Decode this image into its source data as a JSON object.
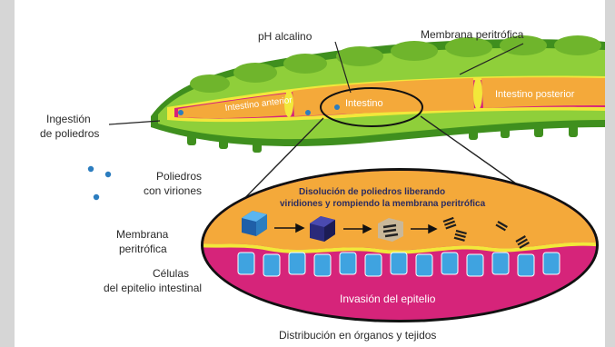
{
  "labels": {
    "ph": "pH alcalino",
    "membrane_top": "Membrana peritrófica",
    "anterior": "Intestino anterior",
    "middle": "Intestino",
    "posterior": "Intestino posterior",
    "ingestion_1": "Ingestión",
    "ingestion_2": "de poliedros",
    "polyhedra_1": "Poliedros",
    "polyhedra_2": "con viriones",
    "membrane_left_1": "Membrana",
    "membrane_left_2": "peritrófica",
    "cells_1": "Células",
    "cells_2": "del epitelio intestinal",
    "dissolution_1": "Disolución de poliedros liberando",
    "dissolution_2": "viridiones y rompiendo la membrana peritrófica",
    "invasion": "Invasión del epitelio",
    "distribution": "Distribución en órganos y tejidos"
  },
  "colors": {
    "body_dark": "#3f8f1e",
    "body_light": "#8fcf3a",
    "gut_orange": "#f4a93a",
    "gut_magenta": "#d6247a",
    "membrane_yellow": "#f2e83a",
    "cell_blue": "#3fa3e0",
    "polyhedron_blue": "#2c7dbf"
  }
}
